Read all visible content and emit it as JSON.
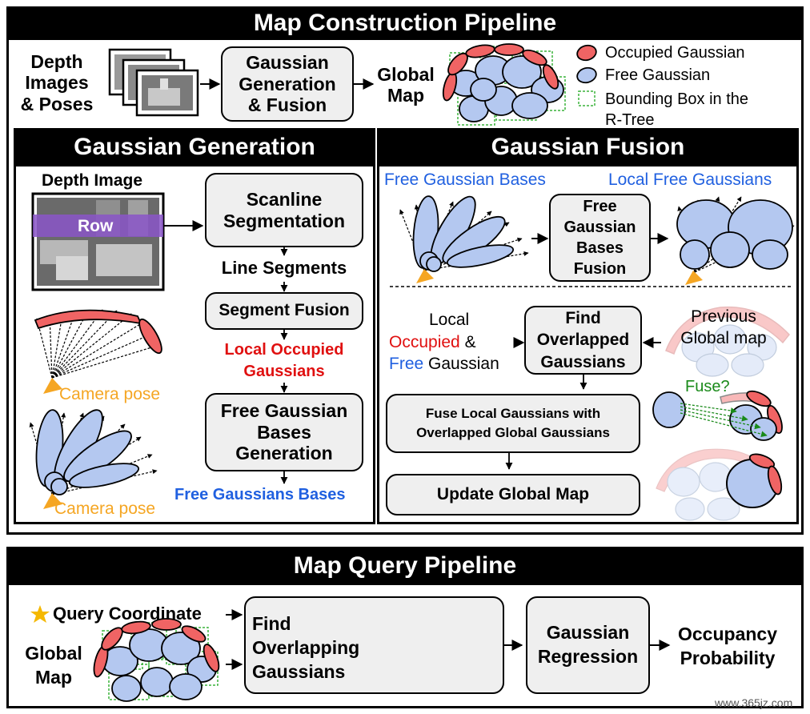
{
  "top": {
    "title": "Map Construction Pipeline",
    "depth_label_1": "Depth",
    "depth_label_2": "Images",
    "depth_label_3": "& Poses",
    "gen_fusion_1": "Gaussian",
    "gen_fusion_2": "Generation",
    "gen_fusion_3": "& Fusion",
    "global_1": "Global",
    "global_2": "Map",
    "legend": {
      "occupied": "Occupied Gaussian",
      "free": "Free Gaussian",
      "bbox_1": "Bounding Box in the",
      "bbox_2": "R-Tree"
    }
  },
  "generation": {
    "title": "Gaussian Generation",
    "depth_image": "Depth Image",
    "row": "Row",
    "scanline_1": "Scanline",
    "scanline_2": "Segmentation",
    "line_segments": "Line Segments",
    "segment_fusion": "Segment Fusion",
    "local_occ_1": "Local Occupied",
    "local_occ_2": "Gaussians",
    "camera_pose_1": "Camera pose",
    "fgb_1": "Free Gaussian",
    "fgb_2": "Bases",
    "fgb_3": "Generation",
    "camera_pose_2": "Camera pose",
    "free_bases": "Free Gaussians Bases"
  },
  "fusion": {
    "title": "Gaussian Fusion",
    "free_bases": "Free Gaussian Bases",
    "local_free": "Local Free Gaussians",
    "fgbf_1": "Free",
    "fgbf_2": "Gaussian",
    "fgbf_3": "Bases",
    "fgbf_4": "Fusion",
    "local": "Local",
    "occupied": "Occupied",
    "amp": "&",
    "free": "Free",
    "gaussian": "Gaussian",
    "find_1": "Find",
    "find_2": "Overlapped",
    "find_3": "Gaussians",
    "prev_1": "Previous",
    "prev_2": "Global map",
    "fuse_q": "Fuse?",
    "fuse_local_1": "Fuse Local Gaussians with",
    "fuse_local_2": "Overlapped Global Gaussians",
    "update": "Update Global Map"
  },
  "query": {
    "title": "Map Query Pipeline",
    "query_coord": "Query Coordinate",
    "global_1": "Global",
    "global_2": "Map",
    "find_1": "Find",
    "find_2": "Overlapping",
    "find_3": "Gaussians",
    "regression_1": "Gaussian",
    "regression_2": "Regression",
    "occ_1": "Occupancy",
    "occ_2": "Probability"
  },
  "watermark": "www.365jz.com",
  "colors": {
    "occupied": "#f06464",
    "free": "#b4c8f0",
    "bbox": "#3cb43c",
    "local_occupied": "#e01010",
    "free_text": "#2060e0",
    "camera": "#f5a623",
    "row_band": "#8a55c8"
  }
}
